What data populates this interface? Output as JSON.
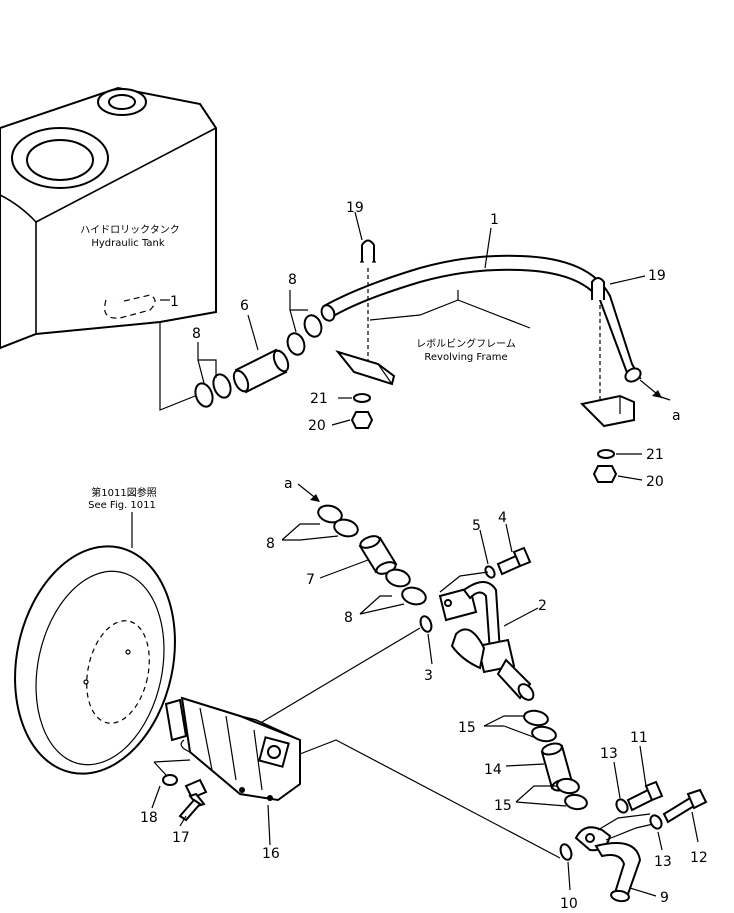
{
  "labels": {
    "tank_jp": "ハイドロリックタンク",
    "tank_en": "Hydraulic Tank",
    "frame_jp": "レボルビングフレーム",
    "frame_en": "Revolving Frame",
    "fig_jp": "第1011図参照",
    "fig_en": "See Fig. 1011",
    "arrow_a_top": "a",
    "arrow_a_mid": "a"
  },
  "callouts": {
    "c1_top": "1",
    "c1_tank": "1",
    "c2": "2",
    "c3": "3",
    "c4": "4",
    "c5": "5",
    "c6": "6",
    "c7": "7",
    "c8_a": "8",
    "c8_b": "8",
    "c8_c": "8",
    "c8_d": "8",
    "c9": "9",
    "c10": "10",
    "c11": "11",
    "c12": "12",
    "c13_a": "13",
    "c13_b": "13",
    "c14": "14",
    "c15_a": "15",
    "c15_b": "15",
    "c16": "16",
    "c17": "17",
    "c18": "18",
    "c19_a": "19",
    "c19_b": "19",
    "c20_a": "20",
    "c20_b": "20",
    "c21_a": "21",
    "c21_b": "21"
  }
}
